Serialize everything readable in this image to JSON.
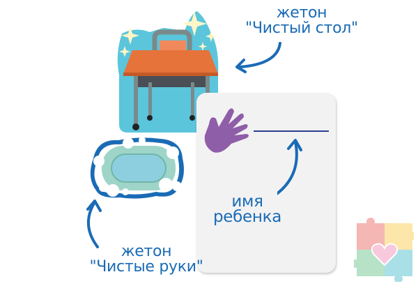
{
  "labels": {
    "desk_token_line1": "жетон",
    "desk_token_line2": "\"Чистый стол\"",
    "child_name_line1": "имя",
    "child_name_line2": "ребенка",
    "hands_token_line1": "жетон",
    "hands_token_line2": "\"Чистые руки\""
  },
  "icons": {
    "desk": "desk-token-icon",
    "soap": "soap-token-icon",
    "hand": "hand-print-icon",
    "logo": "puzzle-heart-logo"
  },
  "colors": {
    "label_blue": "#1a6bb5",
    "token_bg": "#5bc5dc",
    "desk_top": "#e6733a",
    "hand_purple": "#8f5ea8",
    "name_line": "#2a3e94",
    "card_bg": "#f3f2f3"
  }
}
